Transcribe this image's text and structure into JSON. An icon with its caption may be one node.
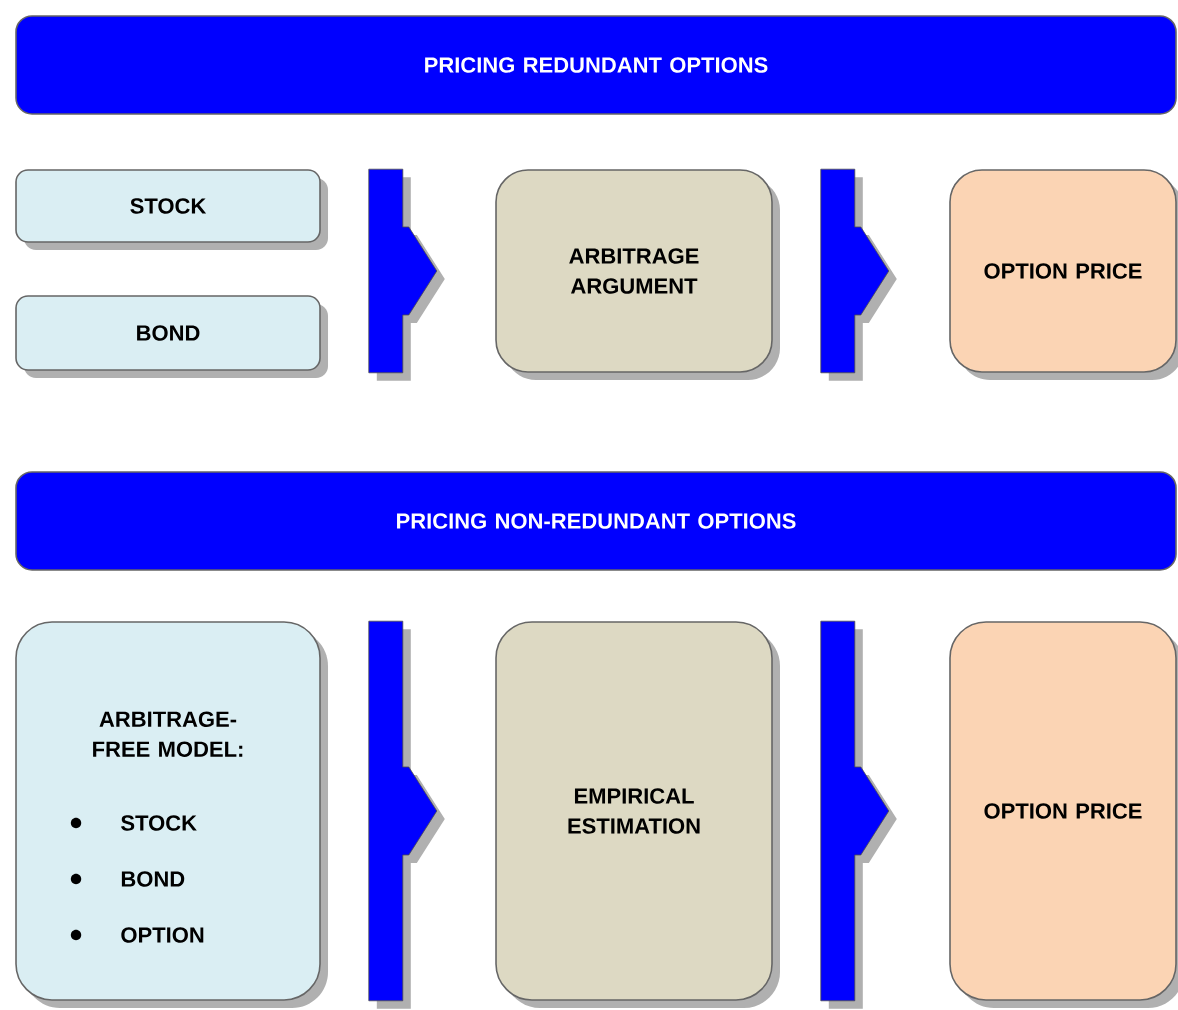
{
  "diagram": {
    "nodes": [
      {
        "text": [
          "PRICING REDUNDANT OPTIONS"
        ]
      },
      {
        "text": [
          "STOCK"
        ]
      },
      {
        "text": [
          "BOND"
        ]
      },
      {
        "text": [
          "ARBITRAGE ARGUMENT"
        ]
      },
      {
        "text": [
          "OPTION PRICE"
        ]
      },
      {
        "text": [
          "PRICING NON-REDUNDANT OPTIONS"
        ]
      },
      {
        "text": [
          "ARBITRAGE-FREE MODEL:",
          "STOCK",
          "BOND",
          "OPTION"
        ]
      },
      {
        "text": [
          "EMPIRICAL ESTIMATION"
        ]
      },
      {
        "text": [
          "OPTION PRICE"
        ]
      }
    ],
    "edges": [
      {
        "from": 1,
        "to": 3,
        "arrow": "to"
      },
      {
        "from": 2,
        "to": 3,
        "arrow": "to"
      },
      {
        "from": 3,
        "to": 4,
        "arrow": "to"
      },
      {
        "from": 6,
        "to": 7,
        "arrow": "to"
      },
      {
        "from": 7,
        "to": 8,
        "arrow": "to"
      }
    ]
  }
}
